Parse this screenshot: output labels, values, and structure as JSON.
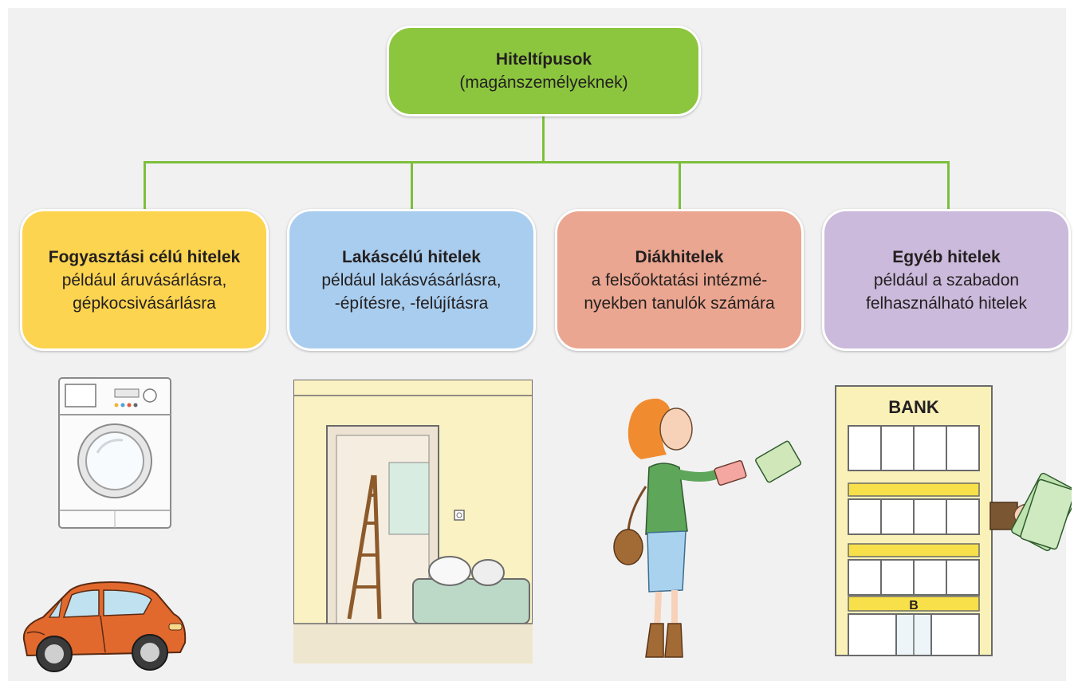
{
  "colors": {
    "root": "#8cc63f",
    "consumer": "#fcd450",
    "housing": "#a9cdee",
    "student": "#eaa690",
    "other": "#cbbadb",
    "connector": "#7cbf3b"
  },
  "root": {
    "title": "Hiteltípusok",
    "subtitle": "(magánszemélyeknek)"
  },
  "categories": [
    {
      "title": "Fogyasztási célú hitelek",
      "line1": "például áruvásárlásra,",
      "line2": "gépkocsivásárlásra",
      "illustrations": [
        "washing-machine",
        "car"
      ]
    },
    {
      "title": "Lakáscélú hitelek",
      "line1": "például lakásvásárlásra,",
      "line2": "-építésre, -felújításra",
      "illustrations": [
        "renovation-room"
      ]
    },
    {
      "title": "Diákhitelek",
      "line1": "a felsőoktatási intézmé-",
      "line2": "nyekben tanulók számára",
      "illustrations": [
        "student-with-card"
      ]
    },
    {
      "title": "Egyéb hitelek",
      "line1": "például a szabadon",
      "line2": "felhasználható hitelek",
      "illustrations": [
        "bank-building"
      ]
    }
  ],
  "bank": {
    "sign": "BANK",
    "door_sign": "B"
  }
}
